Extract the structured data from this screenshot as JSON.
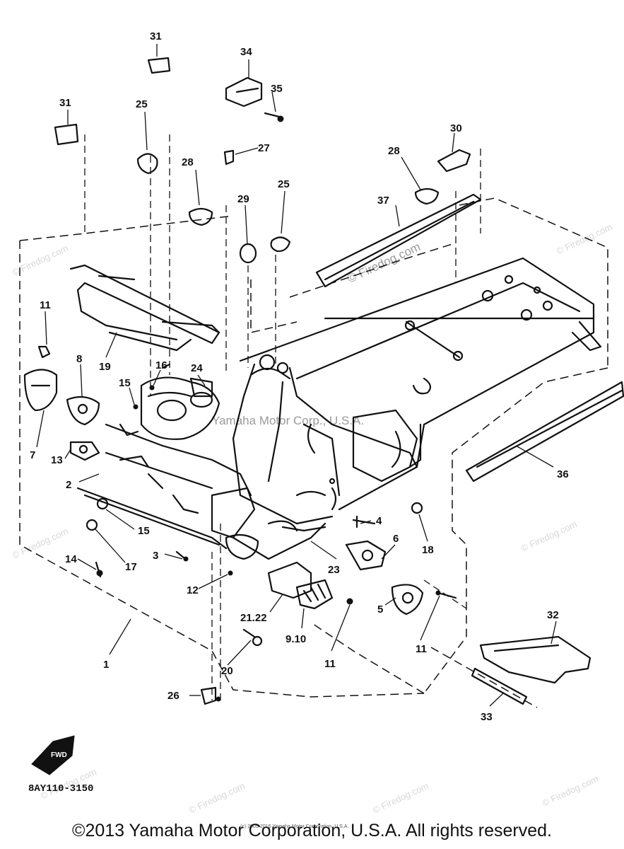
{
  "diagram": {
    "watermark": "© Firedog.com",
    "center_watermark": "Yamaha Motor Corp., U.S.A.",
    "part_code": "8AY110-3150",
    "fwd_label": "FWD",
    "small_print": "(c) 2005-2016 Yamaha Motor Corporation, U.S.A.",
    "callouts": [
      {
        "id": "c31a",
        "label": "31"
      },
      {
        "id": "c34",
        "label": "34"
      },
      {
        "id": "c35",
        "label": "35"
      },
      {
        "id": "c31b",
        "label": "31"
      },
      {
        "id": "c25a",
        "label": "25"
      },
      {
        "id": "c27",
        "label": "27"
      },
      {
        "id": "c30",
        "label": "30"
      },
      {
        "id": "c28a",
        "label": "28"
      },
      {
        "id": "c28b",
        "label": "28"
      },
      {
        "id": "c29",
        "label": "29"
      },
      {
        "id": "c25b",
        "label": "25"
      },
      {
        "id": "c37",
        "label": "37"
      },
      {
        "id": "c11a",
        "label": "11"
      },
      {
        "id": "c8",
        "label": "8"
      },
      {
        "id": "c19",
        "label": "19"
      },
      {
        "id": "c16",
        "label": "16"
      },
      {
        "id": "c24",
        "label": "24"
      },
      {
        "id": "c15a",
        "label": "15"
      },
      {
        "id": "c7",
        "label": "7"
      },
      {
        "id": "c13",
        "label": "13"
      },
      {
        "id": "c2",
        "label": "2"
      },
      {
        "id": "c36",
        "label": "36"
      },
      {
        "id": "c15b",
        "label": "15"
      },
      {
        "id": "c4",
        "label": "4"
      },
      {
        "id": "c6",
        "label": "6"
      },
      {
        "id": "c18",
        "label": "18"
      },
      {
        "id": "c3",
        "label": "3"
      },
      {
        "id": "c14",
        "label": "14"
      },
      {
        "id": "c17",
        "label": "17"
      },
      {
        "id": "c23",
        "label": "23"
      },
      {
        "id": "c12",
        "label": "12"
      },
      {
        "id": "c21",
        "label": "21.22"
      },
      {
        "id": "c5",
        "label": "5"
      },
      {
        "id": "c32",
        "label": "32"
      },
      {
        "id": "c9",
        "label": "9.10"
      },
      {
        "id": "c11b",
        "label": "11"
      },
      {
        "id": "c11c",
        "label": "11"
      },
      {
        "id": "c1",
        "label": "1"
      },
      {
        "id": "c20",
        "label": "20"
      },
      {
        "id": "c26",
        "label": "26"
      },
      {
        "id": "c33",
        "label": "33"
      }
    ]
  },
  "footer": {
    "copyright": "©2013 Yamaha Motor Corporation, U.S.A. All rights reserved."
  }
}
